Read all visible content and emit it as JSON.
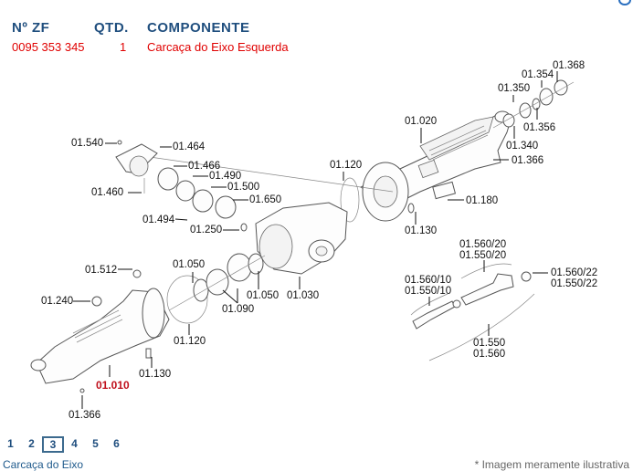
{
  "header": {
    "col_part_number": "Nº ZF",
    "col_qty": "QTD.",
    "col_component": "COMPONENTE"
  },
  "selected_row": {
    "part_number": "0095 353 345",
    "qty": "1",
    "component": "Carcaça do Eixo Esquerda"
  },
  "diagram": {
    "highlighted_label": "01.010",
    "labels": {
      "l01540": "01.540",
      "l01464": "01.464",
      "l01466": "01.466",
      "l01490": "01.490",
      "l01500": "01.500",
      "l01650": "01.650",
      "l01460": "01.460",
      "l01494": "01.494",
      "l01250": "01.250",
      "l01120a": "01.120",
      "l01020": "01.020",
      "l01350": "01.350",
      "l01354": "01.354",
      "l01368": "01.368",
      "l01356": "01.356",
      "l01340": "01.340",
      "l01366a": "01.366",
      "l01180": "01.180",
      "l01130a": "01.130",
      "l01560_20": "01.560/20",
      "l01550_20": "01.550/20",
      "l01560_10": "01.560/10",
      "l01550_10": "01.550/10",
      "l01560_22": "01.560/22",
      "l01550_22": "01.550/22",
      "l01550": "01.550",
      "l01560": "01.560",
      "l01512": "01.512",
      "l01050a": "01.050",
      "l01050b": "01.050",
      "l01030": "01.030",
      "l01240": "01.240",
      "l01090": "01.090",
      "l01120b": "01.120",
      "l01130b": "01.130",
      "l01366b": "01.366"
    }
  },
  "pager": {
    "pages": [
      "1",
      "2",
      "3",
      "4",
      "5",
      "6"
    ],
    "active": "3"
  },
  "footer": {
    "title": "Carcaça do Eixo",
    "note": "* Imagem meramente ilustrativa"
  },
  "colors": {
    "header_blue": "#1f4e7e",
    "row_red": "#e00000",
    "highlight_red": "#c0101c"
  }
}
